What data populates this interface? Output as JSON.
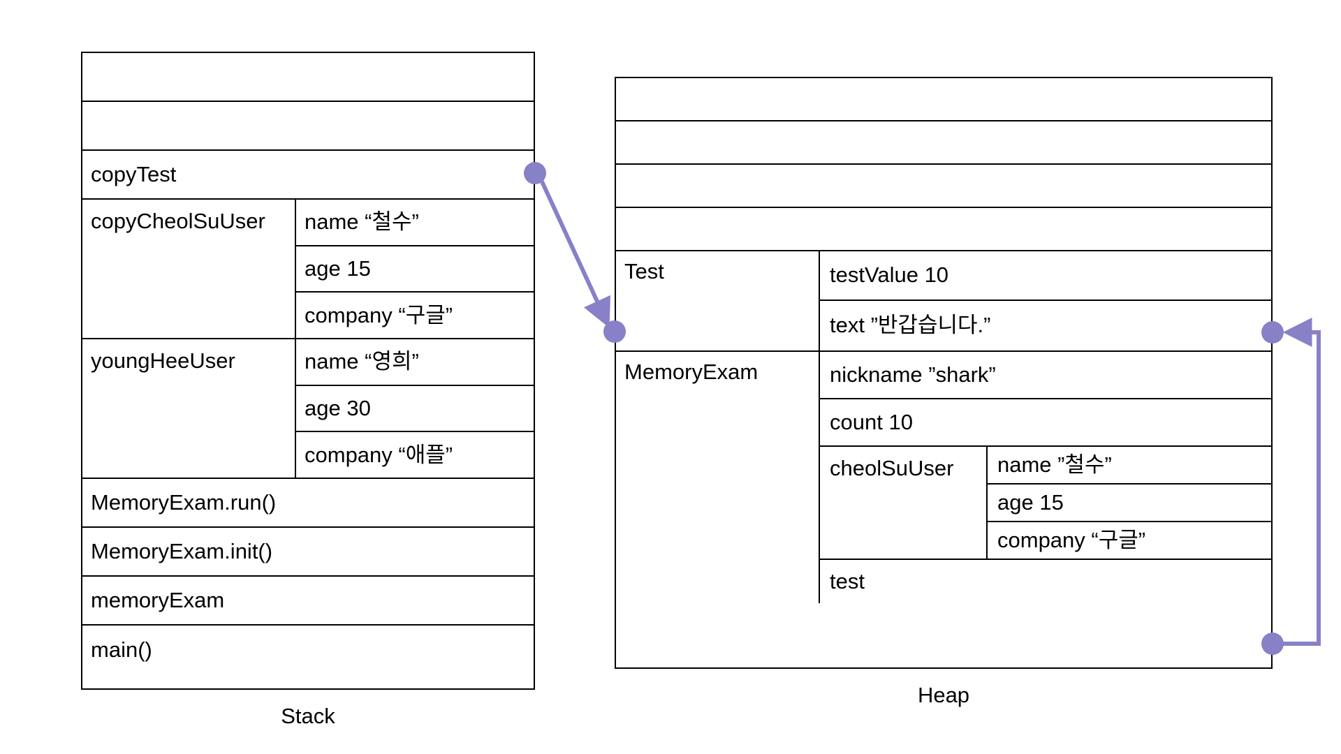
{
  "diagram": {
    "title": "Java Stack and Heap memory diagram",
    "accent_color": "#8781c8",
    "border_color": "#000000",
    "background_color": "#ffffff"
  },
  "stack": {
    "caption": "Stack",
    "rows": [
      {
        "id": "empty-1",
        "label": "",
        "fields": []
      },
      {
        "id": "empty-2",
        "label": "",
        "fields": []
      },
      {
        "id": "copy-test",
        "label": "copyTest",
        "fields": []
      },
      {
        "id": "copy-cheol-su-user",
        "label": "copyCheolSuUser",
        "fields": [
          "name “철수”",
          "age 15",
          "company “구글”"
        ]
      },
      {
        "id": "young-hee-user",
        "label": "youngHeeUser",
        "fields": [
          "name “영희”",
          "age 30",
          "company “애플”"
        ]
      },
      {
        "id": "memory-exam-run",
        "label": "MemoryExam.run()",
        "fields": []
      },
      {
        "id": "memory-exam-init",
        "label": "MemoryExam.init()",
        "fields": []
      },
      {
        "id": "memory-exam",
        "label": "memoryExam",
        "fields": []
      },
      {
        "id": "main",
        "label": "main()",
        "fields": []
      }
    ]
  },
  "heap": {
    "caption": "Heap",
    "blank_rows": 4,
    "objects": [
      {
        "id": "test-object",
        "label": "Test",
        "fields": [
          {
            "id": "test-value",
            "label": "testValue 10"
          },
          {
            "id": "text",
            "label": "text ”반갑습니다.”"
          }
        ]
      },
      {
        "id": "memory-exam-object",
        "label": "MemoryExam",
        "fields": [
          {
            "id": "nickname",
            "label": "nickname ”shark”"
          },
          {
            "id": "count",
            "label": "count 10"
          },
          {
            "id": "cheol-su-user",
            "label": "cheolSuUser",
            "subfields": [
              "name ”철수”",
              "age 15",
              "company “구글”"
            ]
          },
          {
            "id": "test",
            "label": "test"
          }
        ]
      }
    ]
  },
  "connectors": [
    {
      "id": "copytest-to-test-object",
      "from": "stack.copyTest",
      "to": "heap.Test",
      "style": "diagonal-arrow"
    },
    {
      "id": "test-field-to-test-object",
      "from": "heap.MemoryExam.test",
      "to": "heap.Test",
      "style": "elbow-arrow"
    }
  ]
}
